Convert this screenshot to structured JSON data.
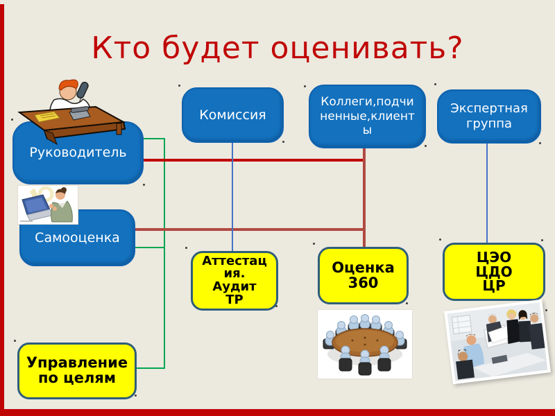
{
  "slide": {
    "title": "Кто будет оценивать?",
    "title_color": "#c00505",
    "background_color": "#ece9df",
    "accent_bar_color": "#c00505"
  },
  "evaluator_boxes": {
    "rukovoditel": {
      "label": "Руководитель"
    },
    "samoocenka": {
      "label": "Самооценка"
    },
    "komissiya": {
      "label": "Комиссия"
    },
    "kollegi": {
      "label": "Коллеги,подчи\nненные,клиент\nы"
    },
    "ekspertnaya": {
      "label": "Экспертная\nгруппа"
    }
  },
  "method_boxes": {
    "attestaciya": {
      "label": "Аттестац\nия.\nАудит\nТР"
    },
    "ocenka360": {
      "label": "Оценка\n360"
    },
    "ceo": {
      "label": "ЦЭО\nЦДО\nЦР"
    },
    "upravlenie": {
      "label": "Управление\nпо целям"
    }
  },
  "images": {
    "manager": "manager-at-desk-clipart",
    "self_assessment": "woman-with-laptop-clipart",
    "round_table": "round-table-meeting-clipart",
    "team_photo": "business-team-photo"
  },
  "connector_colors": {
    "green": "#00a651",
    "red": "#c00000",
    "dark_red": "#b04a42",
    "blue": "#4472c4"
  },
  "connections": [
    {
      "from": "Руководитель",
      "to": "Оценка 360",
      "color": "red"
    },
    {
      "from": "Самооценка",
      "to": "Оценка 360",
      "color": "dark_red"
    },
    {
      "from": "Коллеги,подчиненные,клиенты",
      "to": "Оценка 360",
      "color": "dark_red"
    },
    {
      "from": "Руководитель",
      "to": "Управление по целям",
      "color": "green"
    },
    {
      "from": "Самооценка",
      "to": "Управление по целям",
      "color": "green"
    },
    {
      "from": "Комиссия",
      "to": "Аттестация. Аудит ТР",
      "color": "blue"
    },
    {
      "from": "Экспертная группа",
      "to": "ЦЭО ЦДО ЦР",
      "color": "blue"
    }
  ],
  "box_colors": {
    "evaluator_fill": "#1371be",
    "evaluator_text": "#ffffff",
    "method_fill": "#ffff00",
    "method_border": "#2f5e7a",
    "method_text": "#000000"
  }
}
